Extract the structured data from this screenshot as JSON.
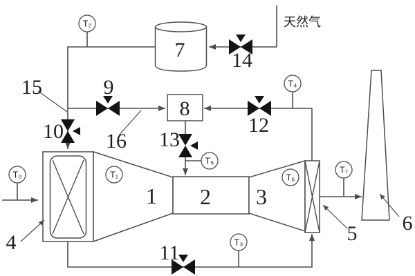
{
  "labels": {
    "c1": "1",
    "c2": "2",
    "c3": "3",
    "c4": "4",
    "c5": "5",
    "c6": "6",
    "c7": "7",
    "c8": "8",
    "c9": "9",
    "c10": "10",
    "c11": "11",
    "c12": "12",
    "c13": "13",
    "c14": "14",
    "c15": "15",
    "c16": "16"
  },
  "sensors": {
    "t0": "T₀",
    "t1": "T₁",
    "t2": "T₂",
    "t3": "T₃",
    "t4": "T₄",
    "t5": "T₅",
    "t6": "T₆",
    "t7": "T₇"
  },
  "annotations": {
    "gas_inlet": "天然气"
  },
  "colors": {
    "line": "#4d4d4d",
    "valve": "#141414",
    "text": "#1f1f1f",
    "bg": "#ffffff"
  }
}
